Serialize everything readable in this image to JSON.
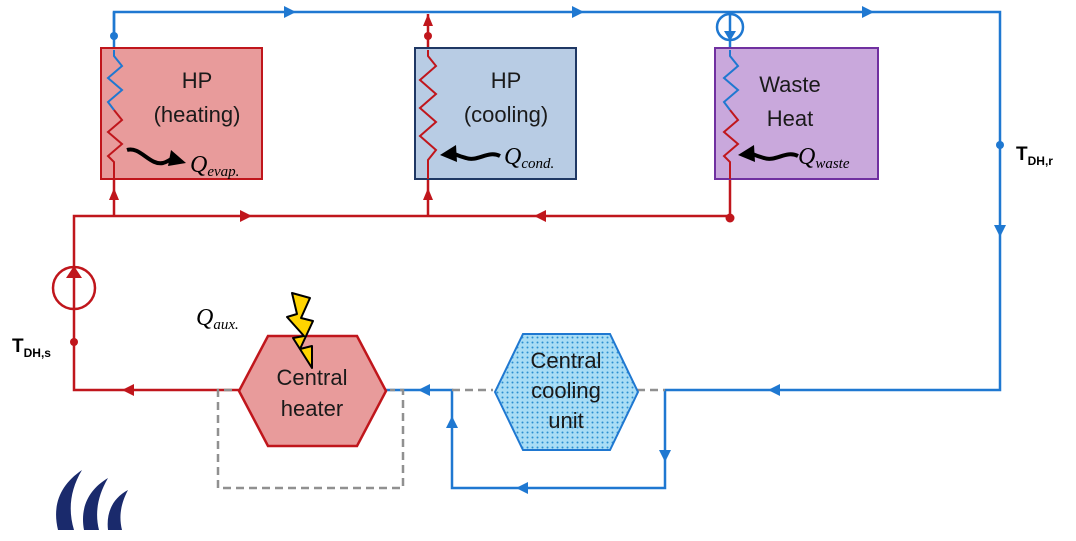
{
  "blocks": {
    "hp_heating": {
      "line1": "HP",
      "line2": "(heating)"
    },
    "hp_cooling": {
      "line1": "HP",
      "line2": "(cooling)"
    },
    "waste_heat": {
      "line1": "Waste",
      "line2": "Heat"
    },
    "central_heater": {
      "line1": "Central",
      "line2": "heater"
    },
    "central_cooling": {
      "line1": "Central",
      "line2": "cooling",
      "line3": "unit"
    }
  },
  "heat_flows": {
    "evap": {
      "symbol": "Q",
      "sub": "evap."
    },
    "cond": {
      "symbol": "Q",
      "sub": "cond."
    },
    "waste": {
      "symbol": "Q",
      "sub": "waste"
    },
    "aux": {
      "symbol": "Q",
      "sub": "aux."
    }
  },
  "temperatures": {
    "return": {
      "main": "T",
      "sub": "DH,r"
    },
    "supply": {
      "main": "T",
      "sub": "DH,s"
    }
  },
  "colors": {
    "supply_line": "#c0161c",
    "return_line": "#1f78d1",
    "hp_heating_fill": "#e89b9b",
    "hp_heating_stroke": "#c0161c",
    "hp_cooling_fill": "#b8cce4",
    "hp_cooling_stroke": "#1f3864",
    "waste_fill": "#c9a8dc",
    "waste_stroke": "#7030a0",
    "heater_fill": "#e89b9b",
    "cooler_fill": "#9fd6f2",
    "bypass_dash": "#909090",
    "lightning": "#ffd400",
    "logo": "#1a2a6c"
  },
  "icons": [
    "pump-icon",
    "lightning-icon",
    "university-logo-icon",
    "heat-exchanger-coil-icon"
  ]
}
